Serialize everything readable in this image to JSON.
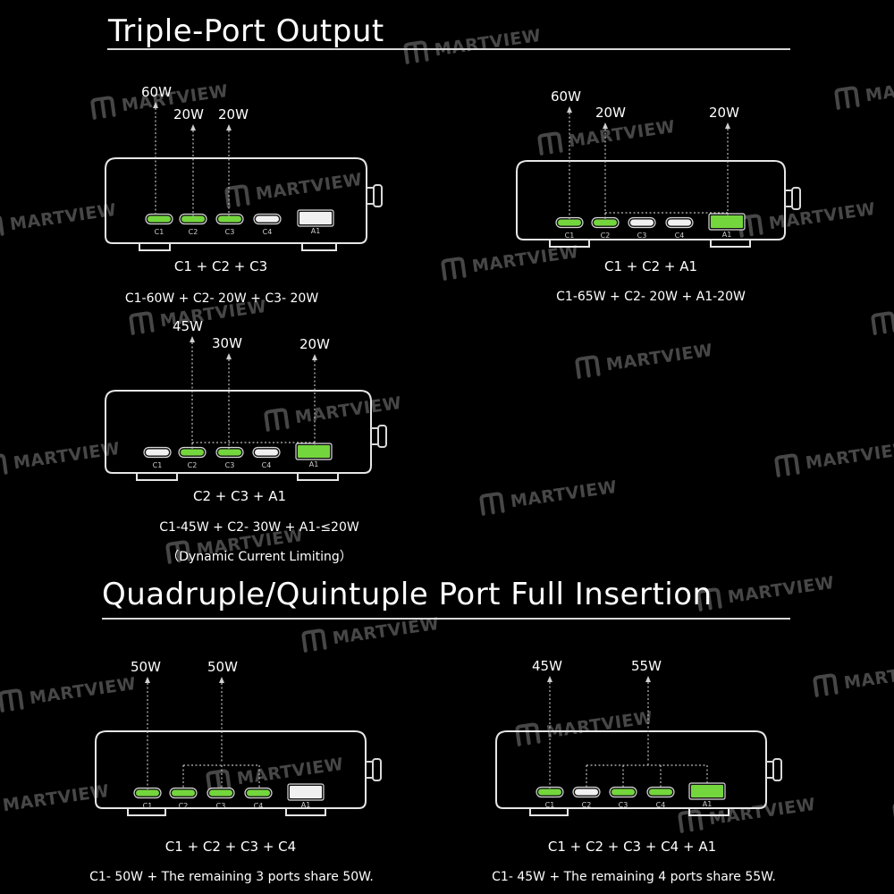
{
  "sections": [
    {
      "title": "Triple-Port Output"
    },
    {
      "title": "Quadruple/Quintuple Port Full Insertion"
    }
  ],
  "watermark": {
    "text": "MARTVIEW",
    "icon": "m-logo-icon"
  },
  "colors": {
    "background": "#000000",
    "active_port": "#74d63d",
    "idle_port": "#f0f0f0",
    "line": "#e6e6e6"
  },
  "port_names": [
    "C1",
    "C2",
    "C3",
    "C4",
    "A1"
  ],
  "panels": [
    {
      "id": "c1-c2-c3",
      "active_ports": [
        "C1",
        "C2",
        "C3"
      ],
      "labels": [
        "60W",
        "20W",
        "20W"
      ],
      "caption": "C1 + C2 + C3",
      "detail": "C1-60W + C2- 20W + C3- 20W",
      "note": ""
    },
    {
      "id": "c1-c2-a1",
      "active_ports": [
        "C1",
        "C2",
        "A1"
      ],
      "labels": [
        "60W",
        "20W",
        "20W"
      ],
      "caption": "C1 + C2 + A1",
      "detail": "C1-65W + C2- 20W + A1-20W",
      "note": ""
    },
    {
      "id": "c2-c3-a1",
      "active_ports": [
        "C2",
        "C3",
        "A1"
      ],
      "labels": [
        "45W",
        "30W",
        "20W"
      ],
      "caption": "C2 + C3 + A1",
      "detail": "C1-45W + C2- 30W + A1-≤20W",
      "note": "（Dynamic Current Limiting）"
    },
    {
      "id": "c1-c2-c3-c4",
      "active_ports": [
        "C1",
        "C2",
        "C3",
        "C4"
      ],
      "labels": [
        "50W",
        "50W"
      ],
      "caption": "C1 + C2 + C3 + C4",
      "detail": "C1- 50W + The remaining 3 ports share 50W.",
      "note": ""
    },
    {
      "id": "c1-c2-c3-c4-a1",
      "active_ports": [
        "C1",
        "C3",
        "C4",
        "A1"
      ],
      "labels": [
        "45W",
        "55W"
      ],
      "caption": "C1 + C2 + C3 + C4 + A1",
      "detail": "C1- 45W + The remaining 4 ports share 55W.",
      "note": ""
    }
  ]
}
